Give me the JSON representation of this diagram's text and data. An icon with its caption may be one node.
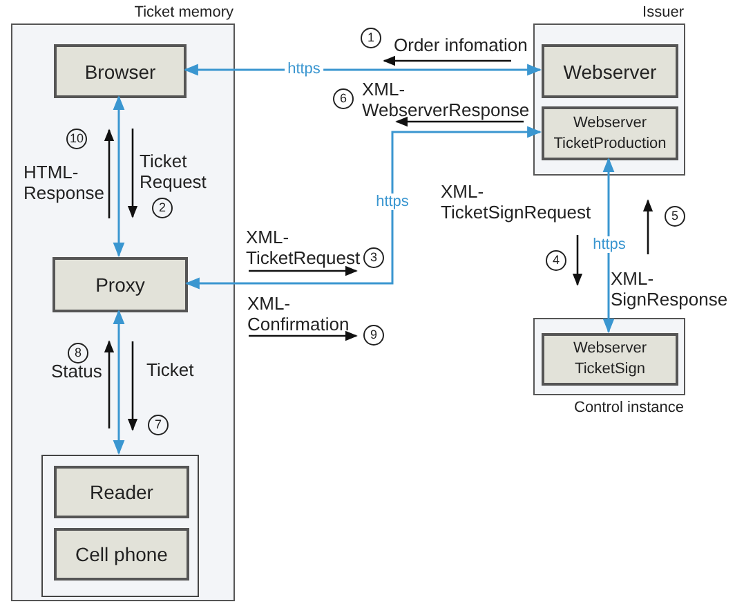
{
  "diagram": {
    "nodes": [
      {
        "text": [
          "Ticket memory"
        ]
      },
      {
        "text": [
          "Browser"
        ],
        "in": 0
      },
      {
        "text": [
          "Proxy"
        ],
        "in": 0
      },
      {
        "text": [],
        "shape": "box",
        "in": 0
      },
      {
        "text": [
          "Reader"
        ],
        "in": 3
      },
      {
        "text": [
          "Cell phone"
        ],
        "in": 3
      },
      {
        "text": [
          "Issuer"
        ]
      },
      {
        "text": [
          "Webserver"
        ],
        "in": 6
      },
      {
        "text": [
          "Webserver TicketProduction"
        ],
        "in": 6
      },
      {
        "text": [
          "Control instance"
        ]
      },
      {
        "text": [
          "Webserver TicketSign"
        ],
        "in": 9
      }
    ],
    "edges": [
      {
        "from": 1,
        "to": 7,
        "arrow": "both",
        "label": "https"
      },
      {
        "from": 1,
        "to": 2,
        "arrow": "both"
      },
      {
        "from": 2,
        "to": 8,
        "arrow": "both",
        "label": "https"
      },
      {
        "from": 8,
        "to": 10,
        "arrow": "both",
        "label": "https"
      },
      {
        "from": 2,
        "to": 3,
        "arrow": "both"
      }
    ],
    "labels": [
      "1",
      "Order infomation",
      "XML- WebserverResponse",
      "6",
      "10",
      "HTML- Response",
      "Ticket Request",
      "2",
      "XML- TicketSignRequest",
      "5",
      "XML- TicketRequest",
      "3",
      "4",
      "XML- SignResponse",
      "XML- Confirmation",
      "9",
      "8",
      "Status",
      "Ticket",
      "7"
    ]
  }
}
